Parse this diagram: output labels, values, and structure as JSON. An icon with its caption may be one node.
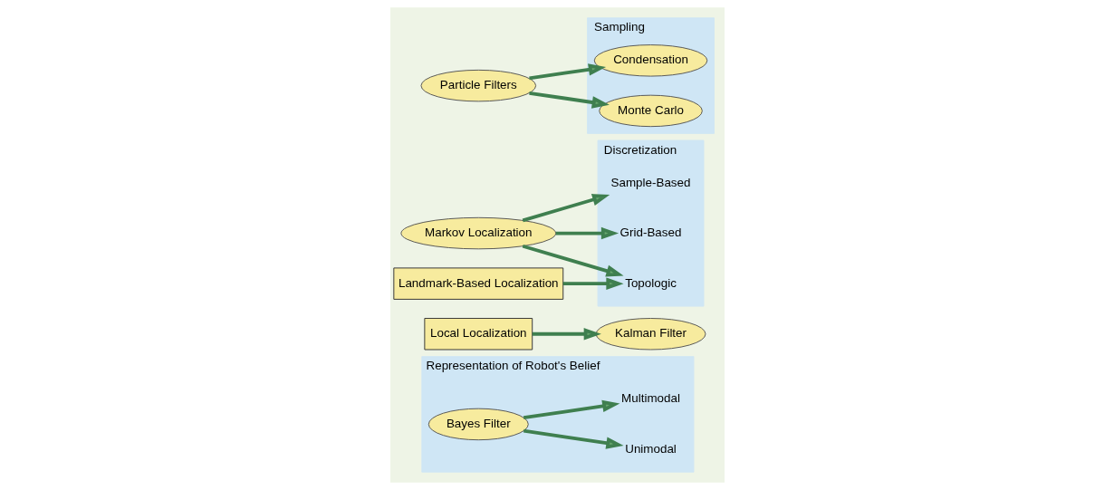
{
  "diagram": {
    "nodes": [
      {
        "text": [
          "Representation of Robot's Belief"
        ]
      },
      {
        "text": [
          "Bayes Filter"
        ],
        "in": 0
      },
      {
        "text": [
          "Unimodal"
        ],
        "in": 0
      },
      {
        "text": [
          "Multimodal"
        ],
        "in": 0
      },
      {
        "text": [
          "Kalman Filter"
        ]
      },
      {
        "text": [
          "Local Localization"
        ]
      },
      {
        "text": [
          "Discretization"
        ]
      },
      {
        "text": [
          "Markov Localization"
        ]
      },
      {
        "text": [
          "Topologic"
        ],
        "in": 6
      },
      {
        "text": [
          "Grid-Based"
        ],
        "in": 6
      },
      {
        "text": [
          "Sample-Based"
        ],
        "in": 6
      },
      {
        "text": [
          "Landmark-Based Localization"
        ]
      },
      {
        "text": [
          "Sampling"
        ]
      },
      {
        "text": [
          "Particle Filters"
        ]
      },
      {
        "text": [
          "Condensation"
        ],
        "in": 12
      },
      {
        "text": [
          "Monte Carlo"
        ],
        "in": 12
      }
    ],
    "edges": [
      {
        "from": 1,
        "to": 2,
        "arrow": "to"
      },
      {
        "from": 1,
        "to": 3,
        "arrow": "to"
      },
      {
        "from": 5,
        "to": 4,
        "arrow": "to"
      },
      {
        "from": 7,
        "to": 8,
        "arrow": "to"
      },
      {
        "from": 7,
        "to": 9,
        "arrow": "to"
      },
      {
        "from": 7,
        "to": 10,
        "arrow": "to"
      },
      {
        "from": 11,
        "to": 8,
        "arrow": "to"
      },
      {
        "from": 13,
        "to": 14,
        "arrow": "to"
      },
      {
        "from": 13,
        "to": 15,
        "arrow": "to"
      }
    ]
  }
}
